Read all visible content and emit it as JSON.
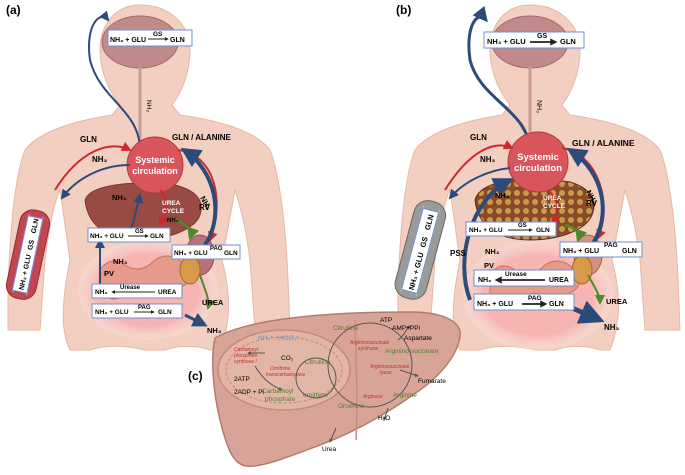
{
  "panels": {
    "a": "(a)",
    "b": "(b)",
    "c": "(c)"
  },
  "colors": {
    "skin": "#f2cfc0",
    "skin_edge": "#e8b7a5",
    "organ_red": "#d9555c",
    "liver": "#9a4a44",
    "liver_light": "#d7a497",
    "gut": "#e89a8a",
    "kidney": "#b9707a",
    "arrow_red": "#d0262f",
    "arrow_blue": "#2c4a7a",
    "arrow_green": "#4c8a2a",
    "text_green": "#4f7f2e",
    "text_red": "#c0302f",
    "text_blue": "#5d8fd0",
    "box_border": "#6d8fd0"
  },
  "panel_a": {
    "brain_box": {
      "left": "NH₃ + GLU",
      "enzyme": "GS",
      "right": "GLN"
    },
    "spine_label": "NH₃",
    "gln_alanine": "GLN / ALANINE",
    "gln": "GLN",
    "nh3_left": "NH₃",
    "systemic": [
      "Systemic",
      "circulation"
    ],
    "nh3_liver": "NH₃",
    "nh3_right": "NH₃",
    "rv": "RV",
    "urea_cycle": [
      "UREA",
      "CYCLE"
    ],
    "nh3_small": "NH₃",
    "liver_box": {
      "left": "NH₃ + GLU",
      "enzyme": "GS",
      "right": "GLN"
    },
    "kidney_box": {
      "left": "NH₃ + GLU",
      "enzyme": "PAG",
      "right": "GLN"
    },
    "pv": "PV",
    "nh3_pv": "NH₃",
    "gut_box1": {
      "left": "NH₃",
      "enzyme": "Urease",
      "right": "UREA"
    },
    "gut_box2": {
      "left": "NH₃ + GLU",
      "enzyme": "PAG",
      "right": "GLN"
    },
    "urea_out": "UREA",
    "nh3_out": "NH₃",
    "muscle_labels": [
      "NH₃ + GLU",
      "GS",
      "GLN"
    ]
  },
  "panel_b": {
    "brain_box": {
      "left": "NH₃ + GLU",
      "enzyme": "GS",
      "right": "GLN"
    },
    "spine_label": "NH₃",
    "gln_alanine": "GLN / ALANINE",
    "gln": "GLN",
    "nh3_left": "NH₃",
    "systemic": [
      "Systemic",
      "circulation"
    ],
    "nh3_liver": "NH₃",
    "nh3_right": "NH₃",
    "rv": "RV",
    "urea_cycle": [
      "UREA",
      "CYCLE"
    ],
    "liver_box": {
      "left": "NH₃ + GLU",
      "enzyme": "GS",
      "right": "GLN"
    },
    "kidney_box": {
      "left": "NH₃ + GLU",
      "enzyme": "PAG",
      "right": "GLN"
    },
    "pss": "PSS",
    "nh3_pss": "NH₃",
    "pv": "PV",
    "gut_box1": {
      "left": "NH₃",
      "enzyme": "Urease",
      "right": "UREA"
    },
    "gut_box2": {
      "left": "NH₃ + GLU",
      "enzyme": "PAG",
      "right": "GLN"
    },
    "urea_out": "UREA",
    "nh3_out": "NH₃",
    "muscle_labels": [
      "NH₃ + GLU",
      "GS",
      "GLN"
    ]
  },
  "panel_c": {
    "nh4_hco3": "NH₄⁺ +HCO₃⁻",
    "cps1": [
      "Carbamoyl",
      "phosphate",
      "synthase I"
    ],
    "co2": "CO₂",
    "atp2": "2ATP",
    "adp2": "2ADP + Pi",
    "carbamoyl_phosphate": [
      "Carbamoyl",
      "phosphate"
    ],
    "otc": [
      "Ornithine",
      "transcarbamylase"
    ],
    "citrulline_inner": "Citrulline",
    "ornithine_inner": "ornithine",
    "citrulline_outer": "Citrulline",
    "ass": [
      "Argininosuccinate",
      "synthase"
    ],
    "atp": "ATP",
    "amp_ppi": "AMP+PPi",
    "aspartate": "Aspartate",
    "argininosuccinate": "Arginino-succinate",
    "asl": [
      "Argininosuccinate",
      "lyase"
    ],
    "fumarate": "Fumarate",
    "arginine": "Arginine",
    "arginase": "Arginase",
    "ornithine_outer": "Ornithine",
    "h2o": "H₂O",
    "urea": "Urea"
  }
}
